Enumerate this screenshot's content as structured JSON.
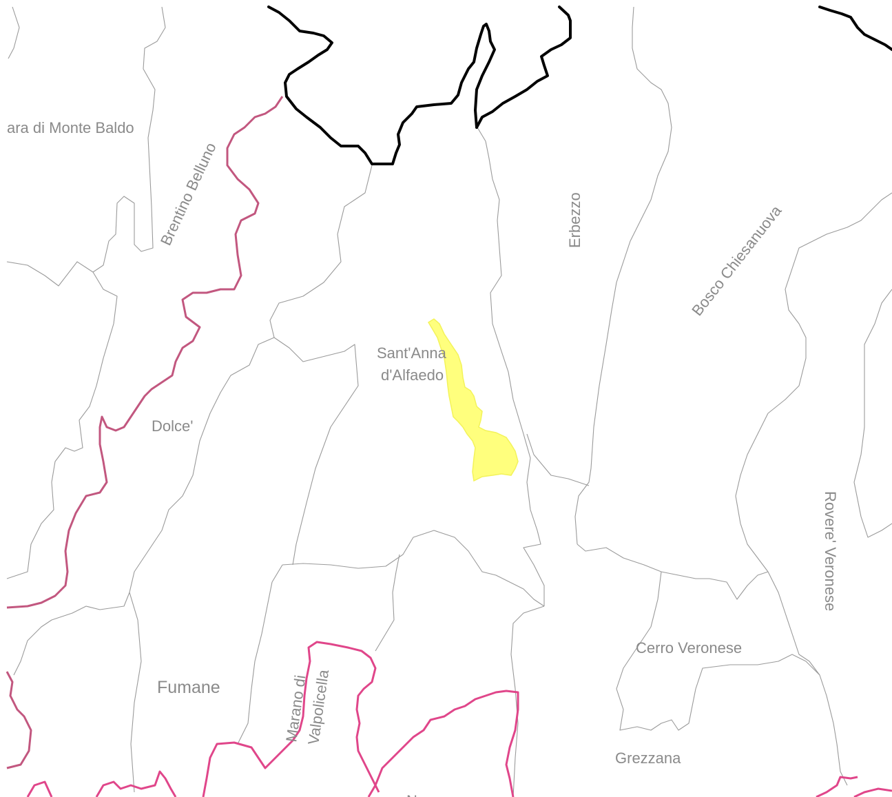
{
  "map": {
    "colors": {
      "background": "#ffffff",
      "municipal_border": "#9a9a9a",
      "national_border": "#000000",
      "provincial_border_west": "#c2577f",
      "provincial_border_south": "#e0468a",
      "highlight_fill": "#ffff66",
      "label_text": "#8a8a8a"
    },
    "labels": {
      "ferrara": "ara di Monte Baldo",
      "brentino": "Brentino Belluno",
      "erbezzo": "Erbezzo",
      "bosco": "Bosco Chiesanuova",
      "santanna_1": "Sant'Anna",
      "santanna_2": "d'Alfaedo",
      "dolce": "Dolce'",
      "rovere": "Rovere' Veronese",
      "cerro": "Cerro Veronese",
      "fumane": "Fumane",
      "marano_1": "Marano di",
      "marano_2": "Valpolicella",
      "grezzana": "Grezzana",
      "negrar_partial": "N"
    },
    "highlighted_area": "Sant'Anna d'Alfaedo"
  }
}
